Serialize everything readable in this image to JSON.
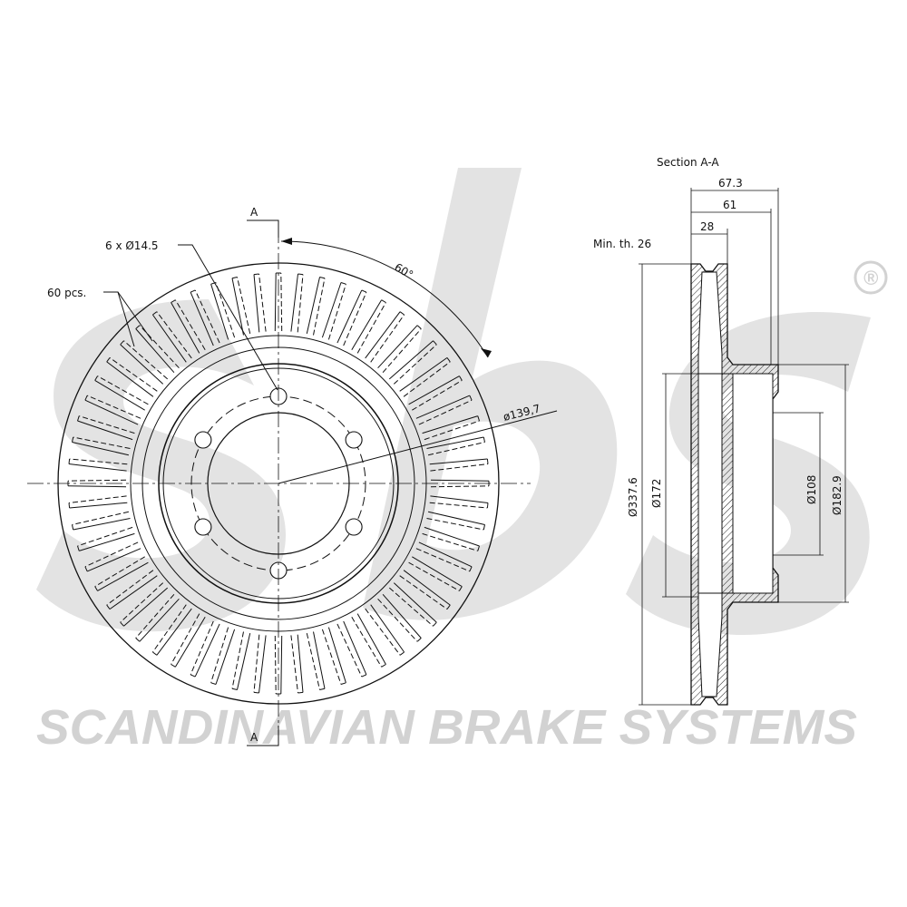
{
  "watermark": {
    "text": "SCANDINAVIAN BRAKE SYSTEMS",
    "registered_mark": "®",
    "logo_letters": "sbs",
    "color": "#d2d2d2"
  },
  "front_view": {
    "section_marker_top": "A",
    "section_marker_bottom": "A",
    "bolt_holes_label": "6 x Ø14.5",
    "vanes_label": "60 pcs.",
    "angle_label": "60°",
    "pcd_label": "ø139,7",
    "vane_count": 60,
    "bolt_hole_count": 6
  },
  "section_view": {
    "title": "Section A-A",
    "dimensions": {
      "total_height": "67.3",
      "hat_height": "61",
      "disc_thickness": "28",
      "min_thickness": "Min. th. 26",
      "outer_diameter": "Ø337.6",
      "hat_diameter": "Ø172",
      "center_bore": "Ø108",
      "hat_outer": "Ø182.9"
    }
  },
  "colors": {
    "line": "#111111",
    "hatch": "#222222"
  }
}
